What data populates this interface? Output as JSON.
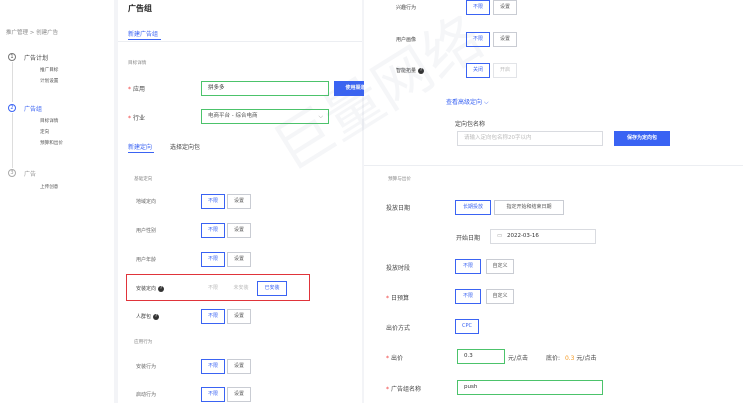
{
  "breadcrumb": {
    "item1": "推广管理",
    "sep": ">",
    "item2": "创建广告"
  },
  "steps": [
    {
      "num": "1",
      "title": "广告计划",
      "subs": [
        "推广目标",
        "计划设置"
      ]
    },
    {
      "num": "2",
      "title": "广告组",
      "subs": [
        "目标详情",
        "定向",
        "预算和出价"
      ]
    },
    {
      "num": "3",
      "title": "广告",
      "subs": [
        "上传创意"
      ]
    }
  ],
  "page": {
    "title": "广告组",
    "tab_new": "新建广告组"
  },
  "target": {
    "section": "目标详情",
    "app_label": "应用",
    "app_value": "拼多多",
    "app_button": "使用渠道包",
    "industry_label": "行业",
    "industry_value": "电商平台 - 综合电商"
  },
  "targeting": {
    "tab_new": "新建定向",
    "tab_select": "选择定向包",
    "section": "基础定向",
    "region_label": "地域定向",
    "gender_label": "用户性别",
    "age_label": "用户年龄",
    "install_label": "安装定向",
    "install_opts": [
      "不限",
      "未安装",
      "已安装"
    ],
    "crowd_label": "人群包",
    "behavior_section": "应用行为",
    "install_behavior_label": "安装行为",
    "launch_behavior_label": "启动行为",
    "opt_unlimited": "不限",
    "opt_set": "设置"
  },
  "right": {
    "interest_label": "兴趣行为",
    "portrait_label": "用户画像",
    "smart_label": "智能拓量",
    "smart_opts": [
      "关闭",
      "开启"
    ],
    "advanced_link": "查看高级定向",
    "pkg_name_label": "定向包名称",
    "pkg_placeholder": "请输入定向包名称20字以内",
    "save_pkg_button": "保存为定向包",
    "budget_section": "预算与出价",
    "date_label": "投放日期",
    "date_opts": [
      "长期投放",
      "指定开始和结束日期"
    ],
    "start_label": "开始日期",
    "start_value": "2022-03-16",
    "time_label": "投放时段",
    "time_opts": [
      "不限",
      "自定义"
    ],
    "daily_label": "日预算",
    "daily_opts": [
      "不限",
      "自定义"
    ],
    "bid_method_label": "出价方式",
    "bid_method": "CPC",
    "bid_label": "出价",
    "bid_value": "0.3",
    "bid_unit": "元/点击",
    "floor_label": "底价:",
    "floor_value": "0.3",
    "floor_unit": "元/点击",
    "group_name_label": "广告组名称",
    "group_name_value": "push"
  },
  "watermark": "巨量网络",
  "colors": {
    "accent": "#3a63f3",
    "highlight_box": "#e0343a",
    "valid": "#4cc36b",
    "floor": "#f59a23"
  }
}
